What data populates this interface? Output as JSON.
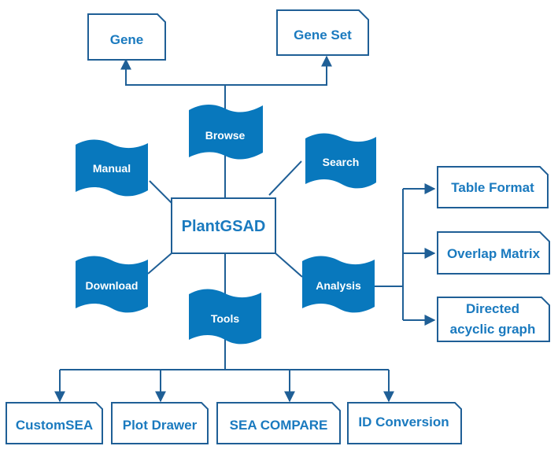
{
  "center": {
    "label": "PlantGSAD"
  },
  "top_boxes": {
    "gene": "Gene",
    "gene_set": "Gene Set"
  },
  "modules": {
    "browse": "Browse",
    "manual": "Manual",
    "search": "Search",
    "download": "Download",
    "analysis": "Analysis",
    "tools": "Tools"
  },
  "analysis_outputs": {
    "table_format": "Table Format",
    "overlap_matrix": "Overlap Matrix",
    "dag_line1": "Directed",
    "dag_line2": "acyclic graph"
  },
  "tools_outputs": {
    "custom_sea": "CustomSEA",
    "plot_drawer": "Plot Drawer",
    "sea_compare": "SEA COMPARE",
    "id_conversion": "ID Conversion"
  },
  "colors": {
    "flag_fill": "#0878bd",
    "text_blue": "#1a7abf",
    "line": "#1f5f96"
  }
}
